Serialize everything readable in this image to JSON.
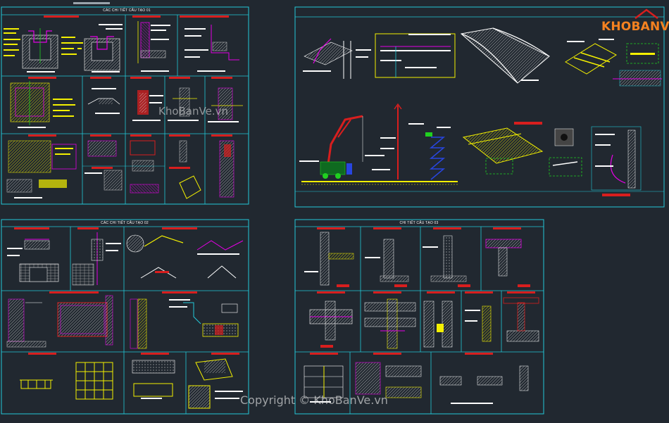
{
  "sheets": {
    "s1_title": "CÁC CHI TIẾT CẤU TẠO 01",
    "s2_title": "CÁC CHI TIẾT CẤU TẠO 02",
    "s3_title": "CHI TIẾT CẤU TẠO 03"
  },
  "watermark": {
    "logo_text": "KHOBANVE",
    "center_text": "KhoBanVe.vn",
    "copyright": "Copyright © KhoBanVe.vn"
  },
  "colors": {
    "background": "#212830",
    "frame": "#22c8d8",
    "title_bar": "#d81e1e",
    "line_yellow": "#f4f000",
    "line_magenta": "#e400e4",
    "line_white": "#ffffff",
    "line_green": "#20d020",
    "line_red": "#ff2a2a",
    "logo_orange": "#f58220"
  }
}
